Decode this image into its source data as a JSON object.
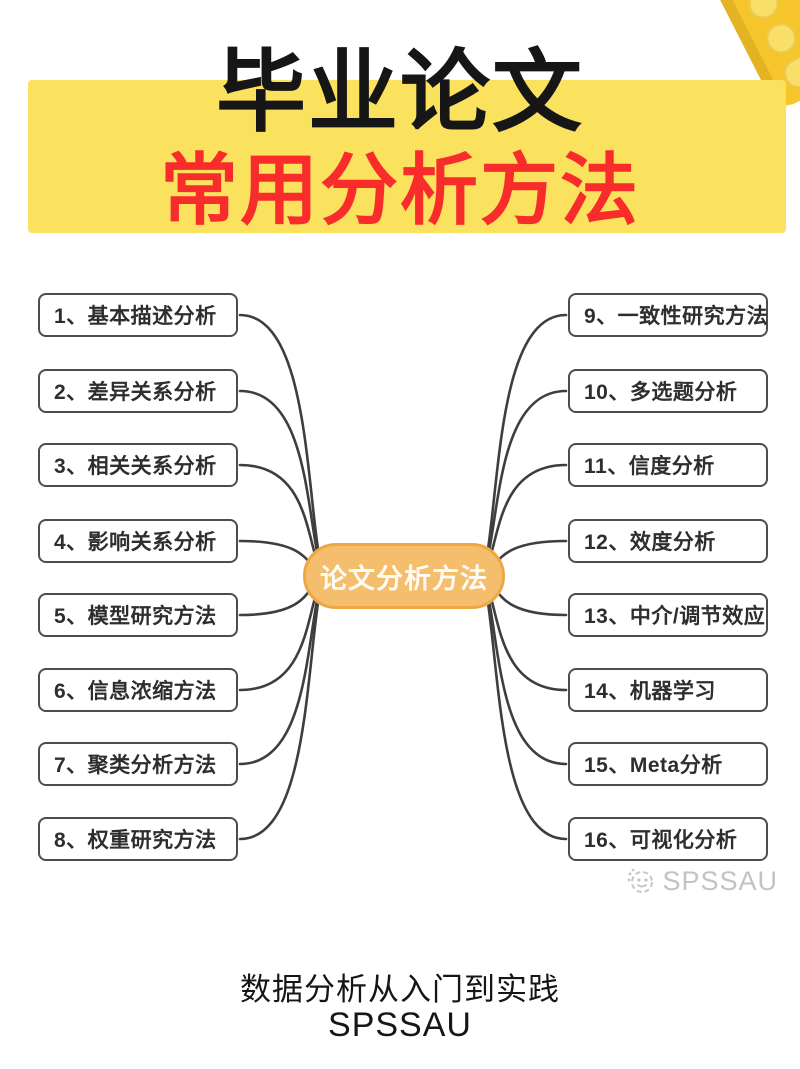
{
  "header": {
    "title_line1": "毕业论文",
    "title_line2": "常用分析方法",
    "band_color": "#FAE25F",
    "title_line1_color": "#161616",
    "title_line2_color": "#F92C2C",
    "calculator_icon": {
      "body_color": "#F6C52B",
      "key_color": "#F9DF67"
    }
  },
  "mindmap": {
    "center": {
      "label": "论文分析方法",
      "fill": "#F4BE6C",
      "border": "#EDA845",
      "text_color": "#FFFFFF"
    },
    "left": [
      {
        "label": "1、基本描述分析"
      },
      {
        "label": "2、差异关系分析"
      },
      {
        "label": "3、相关关系分析"
      },
      {
        "label": "4、影响关系分析"
      },
      {
        "label": "5、模型研究方法"
      },
      {
        "label": "6、信息浓缩方法"
      },
      {
        "label": "7、聚类分析方法"
      },
      {
        "label": "8、权重研究方法"
      }
    ],
    "right": [
      {
        "label": "9、一致性研究方法"
      },
      {
        "label": "10、多选题分析"
      },
      {
        "label": "11、信度分析"
      },
      {
        "label": "12、效度分析"
      },
      {
        "label": "13、中介/调节效应"
      },
      {
        "label": "14、机器学习"
      },
      {
        "label": "15、Meta分析"
      },
      {
        "label": "16、可视化分析"
      }
    ],
    "colors": {
      "connector": "#3E3E3E",
      "box_border": "#4D4D4D",
      "box_text": "#2E2E2E"
    }
  },
  "watermark": {
    "brand": "SPSSAU"
  },
  "footer": {
    "line1": "数据分析从入门到实践",
    "line2": "SPSSAU"
  }
}
